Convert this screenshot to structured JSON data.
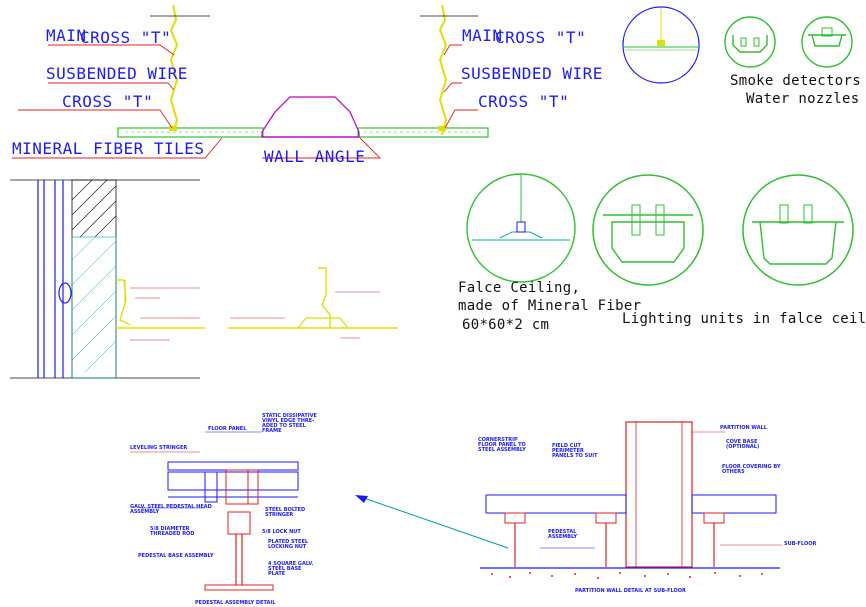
{
  "top_labels": {
    "main_left": "MAIN",
    "cross_t_top_left": "CROSS \"T\"",
    "suspended_wire_left": "SUSBENDED WIRE",
    "cross_t_mid_left": "CROSS \"T\"",
    "mineral_fiber_tiles": "MINERAL FIBER TILES",
    "wall_angle": "WALL ANGLE",
    "main_right": "MAIN",
    "cross_t_top_right": "CROSS \"T\"",
    "suspended_wire_right": "SUSBENDED WIRE",
    "cross_t_mid_right": "CROSS \"T\""
  },
  "devices": {
    "smoke_detectors": "Smoke detectors",
    "water_nozzles": "Water nozzles"
  },
  "ceiling_notes": {
    "falce_line1": "Falce Ceiling,",
    "falce_line2": "made of Mineral Fiber",
    "falce_line3": "60*60*2 cm",
    "lighting_units": "Lighting units in falce ceiling"
  },
  "floor_left": {
    "static_vinyl": "STATIC DISSIPATIVE VINYL EDGE THRE-ADED TO STEEL FRAME",
    "floor_panel": "FLOOR PANEL",
    "leveling_stringer": "LEVELING STRINGER",
    "galv_steel": "GALV. STEEL PEDESTAL HEAD ASSEMBLY",
    "steel_bolted": "STEEL BOLTED STRINGER",
    "threaded_rod": "5/8 DIAMETER THREADED ROD",
    "lock_nut": "5/8 LOCK NUT",
    "plated_steel": "PLATED STEEL LOCKING NUT",
    "pedestal_base": "PEDESTAL BASE ASSEMBLY",
    "base_plate": "4 SQUARE GALV. STEEL BASE PLATE",
    "title": "PEDESTAL ASSEMBLY DETAIL"
  },
  "floor_right": {
    "cornerstrip": "CORNERSTRIP FLOOR PANEL TO STEEL ASSEMBLY",
    "field_cut": "FIELD CUT PERIMETER PANELS TO SUIT",
    "partition_wall": "PARTITION WALL",
    "cove_base": "COVE BASE (OPTIONAL)",
    "floor_covering": "FLOOR COVERING BY OTHERS",
    "pedestal": "PEDESTAL ASSEMBLY",
    "sub_floor": "SUB-FLOOR",
    "title": "PARTITION WALL DETAIL AT SUB-FLOOR"
  }
}
